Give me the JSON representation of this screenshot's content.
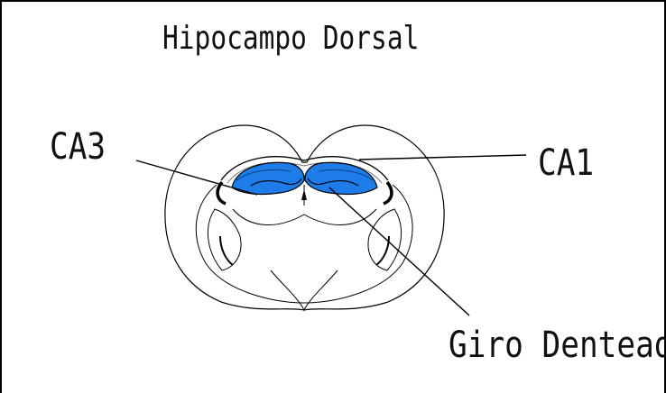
{
  "title": "Hipocampo Dorsal",
  "labels": {
    "ca3": "CA3",
    "ca1": "CA1",
    "dentate_gyrus": "Giro Denteado"
  },
  "colors": {
    "hippocampus_fill": "#1e7ce8",
    "outline": "#000000",
    "background": "#ffffff"
  }
}
